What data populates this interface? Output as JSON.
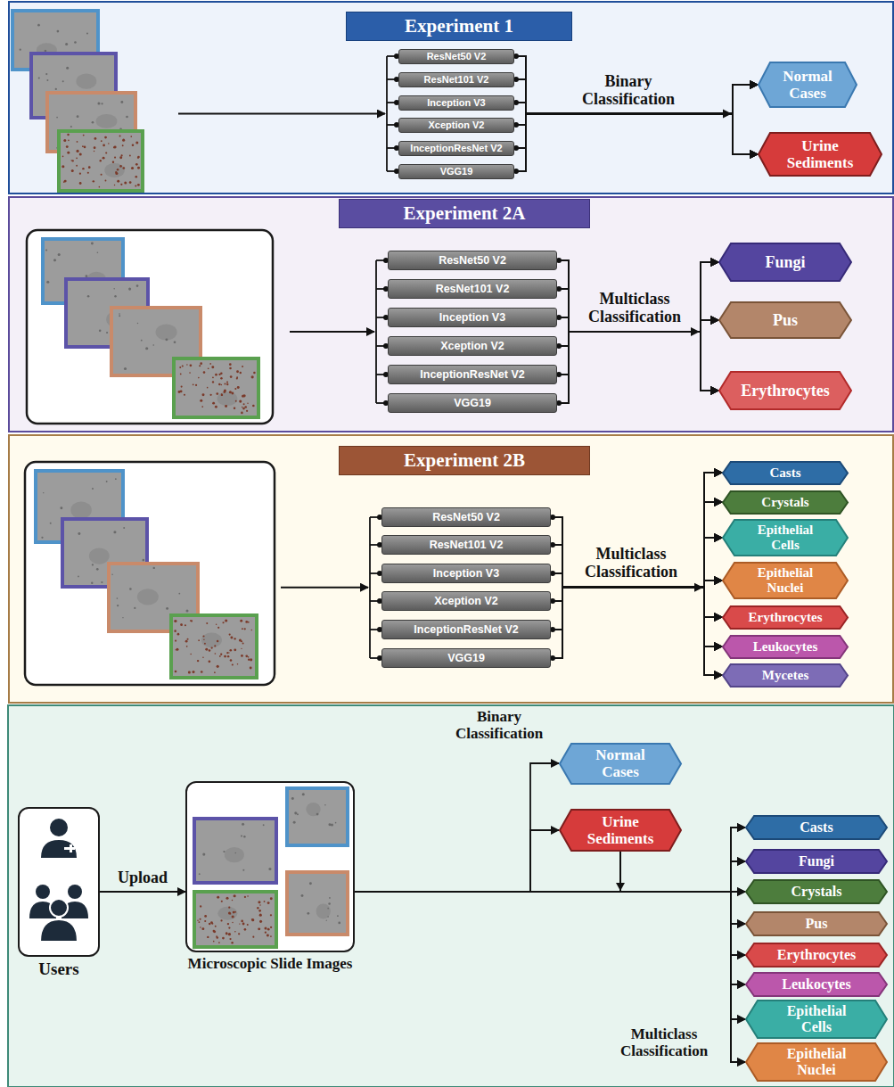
{
  "diagram": {
    "nodes": [
      {
        "text": [
          "Experiment 1"
        ]
      },
      {
        "text": [
          "ResNet50 V2"
        ],
        "in": 0
      },
      {
        "text": [
          "ResNet101 V2"
        ],
        "in": 0
      },
      {
        "text": [
          "Inception V3"
        ],
        "in": 0
      },
      {
        "text": [
          "Xception V2"
        ],
        "in": 0
      },
      {
        "text": [
          "InceptionResNet V2"
        ],
        "in": 0
      },
      {
        "text": [
          "VGG19"
        ],
        "in": 0
      },
      {
        "text": [
          "Normal Cases"
        ],
        "in": 0
      },
      {
        "text": [
          "Urine Sediments"
        ],
        "in": 0
      },
      {
        "text": [
          "Experiment 2A"
        ]
      },
      {
        "text": [
          "ResNet50 V2"
        ],
        "in": 9
      },
      {
        "text": [
          "ResNet101 V2"
        ],
        "in": 9
      },
      {
        "text": [
          "Inception V3"
        ],
        "in": 9
      },
      {
        "text": [
          "Xception V2"
        ],
        "in": 9
      },
      {
        "text": [
          "InceptionResNet V2"
        ],
        "in": 9
      },
      {
        "text": [
          "VGG19"
        ],
        "in": 9
      },
      {
        "text": [
          "Fungi"
        ],
        "in": 9
      },
      {
        "text": [
          "Pus"
        ],
        "in": 9
      },
      {
        "text": [
          "Erythrocytes"
        ],
        "in": 9
      },
      {
        "text": [
          "Experiment 2B"
        ]
      },
      {
        "text": [
          "ResNet50 V2"
        ],
        "in": 19
      },
      {
        "text": [
          "ResNet101 V2"
        ],
        "in": 19
      },
      {
        "text": [
          "Inception V3"
        ],
        "in": 19
      },
      {
        "text": [
          "Xception V2"
        ],
        "in": 19
      },
      {
        "text": [
          "InceptionResNet V2"
        ],
        "in": 19
      },
      {
        "text": [
          "VGG19"
        ],
        "in": 19
      },
      {
        "text": [
          "Casts"
        ],
        "in": 19
      },
      {
        "text": [
          "Crystals"
        ],
        "in": 19
      },
      {
        "text": [
          "Epithelial Cells"
        ],
        "in": 19
      },
      {
        "text": [
          "Epithelial Nuclei"
        ],
        "in": 19
      },
      {
        "text": [
          "Erythrocytes"
        ],
        "in": 19
      },
      {
        "text": [
          "Leukocytes"
        ],
        "in": 19
      },
      {
        "text": [
          "Mycetes"
        ],
        "in": 19
      },
      {
        "text": [
          "Users"
        ]
      },
      {
        "text": [
          "Microscopic Slide Images"
        ]
      },
      {
        "text": [
          "Normal Cases"
        ]
      },
      {
        "text": [
          "Urine Sediments"
        ]
      },
      {
        "text": [
          "Casts"
        ]
      },
      {
        "text": [
          "Fungi"
        ]
      },
      {
        "text": [
          "Crystals"
        ]
      },
      {
        "text": [
          "Pus"
        ]
      },
      {
        "text": [
          "Erythrocytes"
        ]
      },
      {
        "text": [
          "Leukocytes"
        ]
      },
      {
        "text": [
          "Epithelial Cells"
        ]
      },
      {
        "text": [
          "Epithelial Nuclei"
        ]
      }
    ],
    "edges": [
      {
        "from": 1,
        "to": 7,
        "arrow": "to"
      },
      {
        "from": 1,
        "to": 8,
        "arrow": "to"
      },
      {
        "from": 2,
        "to": 7,
        "arrow": "to"
      },
      {
        "from": 2,
        "to": 8,
        "arrow": "to"
      },
      {
        "from": 3,
        "to": 7,
        "arrow": "to"
      },
      {
        "from": 3,
        "to": 8,
        "arrow": "to"
      },
      {
        "from": 4,
        "to": 7,
        "arrow": "to"
      },
      {
        "from": 4,
        "to": 8,
        "arrow": "to"
      },
      {
        "from": 5,
        "to": 7,
        "arrow": "to"
      },
      {
        "from": 5,
        "to": 8,
        "arrow": "to"
      },
      {
        "from": 6,
        "to": 7,
        "arrow": "to"
      },
      {
        "from": 6,
        "to": 8,
        "arrow": "to"
      },
      {
        "from": 10,
        "to": 16,
        "arrow": "to"
      },
      {
        "from": 10,
        "to": 17,
        "arrow": "to"
      },
      {
        "from": 10,
        "to": 18,
        "arrow": "to"
      },
      {
        "from": 11,
        "to": 16,
        "arrow": "to"
      },
      {
        "from": 11,
        "to": 17,
        "arrow": "to"
      },
      {
        "from": 11,
        "to": 18,
        "arrow": "to"
      },
      {
        "from": 12,
        "to": 16,
        "arrow": "to"
      },
      {
        "from": 12,
        "to": 17,
        "arrow": "to"
      },
      {
        "from": 12,
        "to": 18,
        "arrow": "to"
      },
      {
        "from": 13,
        "to": 16,
        "arrow": "to"
      },
      {
        "from": 13,
        "to": 17,
        "arrow": "to"
      },
      {
        "from": 13,
        "to": 18,
        "arrow": "to"
      },
      {
        "from": 14,
        "to": 16,
        "arrow": "to"
      },
      {
        "from": 14,
        "to": 17,
        "arrow": "to"
      },
      {
        "from": 14,
        "to": 18,
        "arrow": "to"
      },
      {
        "from": 15,
        "to": 16,
        "arrow": "to"
      },
      {
        "from": 15,
        "to": 17,
        "arrow": "to"
      },
      {
        "from": 15,
        "to": 18,
        "arrow": "to"
      },
      {
        "from": 20,
        "to": 26,
        "arrow": "to"
      },
      {
        "from": 20,
        "to": 27,
        "arrow": "to"
      },
      {
        "from": 20,
        "to": 28,
        "arrow": "to"
      },
      {
        "from": 20,
        "to": 29,
        "arrow": "to"
      },
      {
        "from": 20,
        "to": 30,
        "arrow": "to"
      },
      {
        "from": 20,
        "to": 31,
        "arrow": "to"
      },
      {
        "from": 20,
        "to": 32,
        "arrow": "to"
      },
      {
        "from": 21,
        "to": 26,
        "arrow": "to"
      },
      {
        "from": 21,
        "to": 27,
        "arrow": "to"
      },
      {
        "from": 21,
        "to": 28,
        "arrow": "to"
      },
      {
        "from": 21,
        "to": 29,
        "arrow": "to"
      },
      {
        "from": 21,
        "to": 30,
        "arrow": "to"
      },
      {
        "from": 21,
        "to": 31,
        "arrow": "to"
      },
      {
        "from": 21,
        "to": 32,
        "arrow": "to"
      },
      {
        "from": 22,
        "to": 26,
        "arrow": "to"
      },
      {
        "from": 22,
        "to": 27,
        "arrow": "to"
      },
      {
        "from": 22,
        "to": 28,
        "arrow": "to"
      },
      {
        "from": 22,
        "to": 29,
        "arrow": "to"
      },
      {
        "from": 22,
        "to": 30,
        "arrow": "to"
      },
      {
        "from": 22,
        "to": 31,
        "arrow": "to"
      },
      {
        "from": 22,
        "to": 32,
        "arrow": "to"
      },
      {
        "from": 23,
        "to": 26,
        "arrow": "to"
      },
      {
        "from": 23,
        "to": 27,
        "arrow": "to"
      },
      {
        "from": 23,
        "to": 28,
        "arrow": "to"
      },
      {
        "from": 23,
        "to": 29,
        "arrow": "to"
      },
      {
        "from": 23,
        "to": 30,
        "arrow": "to"
      },
      {
        "from": 23,
        "to": 31,
        "arrow": "to"
      },
      {
        "from": 23,
        "to": 32,
        "arrow": "to"
      },
      {
        "from": 24,
        "to": 26,
        "arrow": "to"
      },
      {
        "from": 24,
        "to": 27,
        "arrow": "to"
      },
      {
        "from": 24,
        "to": 28,
        "arrow": "to"
      },
      {
        "from": 24,
        "to": 29,
        "arrow": "to"
      },
      {
        "from": 24,
        "to": 30,
        "arrow": "to"
      },
      {
        "from": 24,
        "to": 31,
        "arrow": "to"
      },
      {
        "from": 24,
        "to": 32,
        "arrow": "to"
      },
      {
        "from": 25,
        "to": 26,
        "arrow": "to"
      },
      {
        "from": 25,
        "to": 27,
        "arrow": "to"
      },
      {
        "from": 25,
        "to": 28,
        "arrow": "to"
      },
      {
        "from": 25,
        "to": 29,
        "arrow": "to"
      },
      {
        "from": 25,
        "to": 30,
        "arrow": "to"
      },
      {
        "from": 25,
        "to": 31,
        "arrow": "to"
      },
      {
        "from": 25,
        "to": 32,
        "arrow": "to"
      },
      {
        "from": 33,
        "to": 34,
        "label": "Upload",
        "arrow": "to"
      },
      {
        "from": 34,
        "to": 35,
        "arrow": "to"
      },
      {
        "from": 34,
        "to": 36,
        "arrow": "to"
      },
      {
        "from": 34,
        "to": 37,
        "arrow": "to"
      },
      {
        "from": 34,
        "to": 38,
        "arrow": "to"
      },
      {
        "from": 34,
        "to": 39,
        "arrow": "to"
      },
      {
        "from": 34,
        "to": 40,
        "arrow": "to"
      },
      {
        "from": 34,
        "to": 41,
        "arrow": "to"
      },
      {
        "from": 34,
        "to": 42,
        "arrow": "to"
      },
      {
        "from": 34,
        "to": 43,
        "arrow": "to"
      },
      {
        "from": 34,
        "to": 44,
        "arrow": "to"
      },
      {
        "from": 36,
        "to": 37,
        "arrow": "to"
      },
      {
        "from": 36,
        "to": 38,
        "arrow": "to"
      },
      {
        "from": 36,
        "to": 39,
        "arrow": "to"
      },
      {
        "from": 36,
        "to": 40,
        "arrow": "to"
      },
      {
        "from": 36,
        "to": 41,
        "arrow": "to"
      },
      {
        "from": 36,
        "to": 42,
        "arrow": "to"
      },
      {
        "from": 36,
        "to": 43,
        "arrow": "to"
      },
      {
        "from": 36,
        "to": 44,
        "arrow": "to"
      }
    ],
    "labels": [
      "Binary Classification",
      "Multiclass Classification",
      "Multiclass Classification",
      "Binary Classification",
      "Multiclass Classification"
    ]
  }
}
